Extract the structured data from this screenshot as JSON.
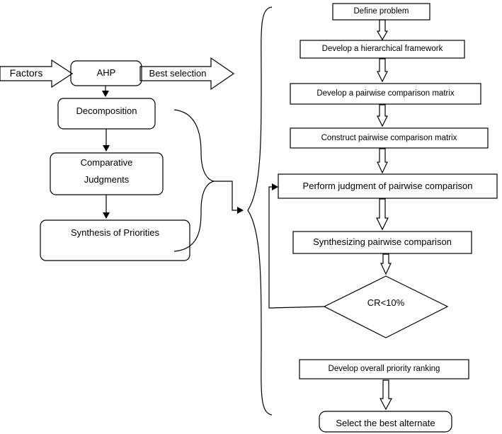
{
  "left": {
    "factors": "Factors",
    "ahp": "AHP",
    "best_selection": "Best selection",
    "decomposition": "Decomposition",
    "comparative_line1": "Comparative",
    "comparative_line2": "Judgments",
    "synthesis": "Synthesis of Priorities"
  },
  "right": {
    "define_problem": "Define problem",
    "hierarchical_framework": "Develop a hierarchical framework",
    "develop_matrix": "Develop a pairwise comparison matrix",
    "construct_matrix": "Construct pairwise comparison matrix",
    "perform_judgment": "Perform judgment of pairwise comparison",
    "synthesizing": "Synthesizing pairwise comparison",
    "cr_condition": "CR<10%",
    "overall_ranking": "Develop overall priority ranking",
    "select_best": "Select the best alternate"
  }
}
